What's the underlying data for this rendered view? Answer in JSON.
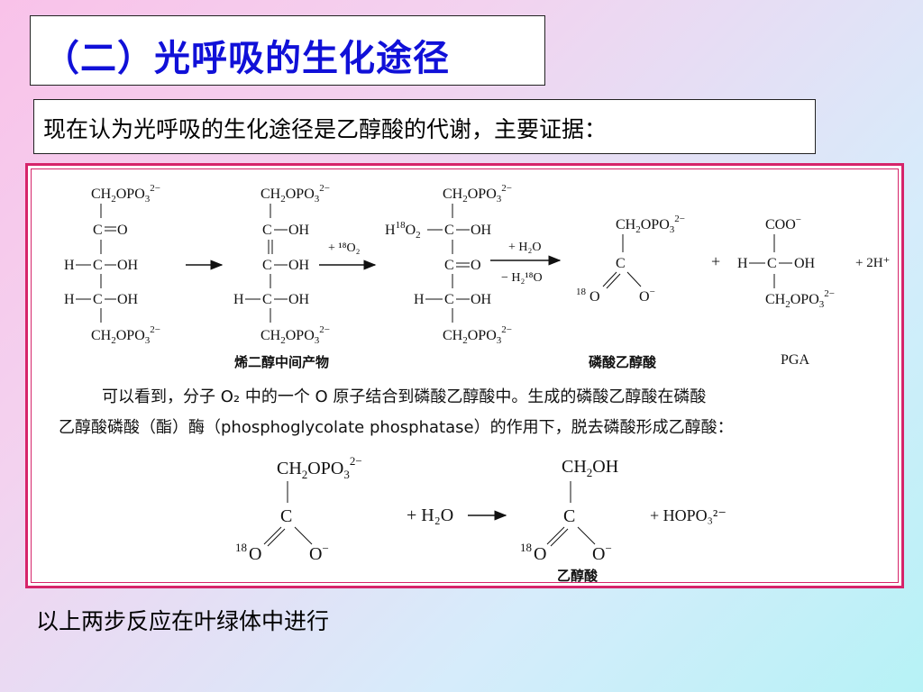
{
  "title": "（二）光呼吸的生化途径",
  "subtitle": "现在认为光呼吸的生化途径是乙醇酸的代谢，主要证据：",
  "reaction1": {
    "substrate": [
      "CH2OPO3 2−",
      "C=O",
      "H—C—OH",
      "H—C—OH",
      "CH2OPO3 2−"
    ],
    "enediol": [
      "CH2OPO3 2−",
      "C—OH",
      "C—OH",
      "H—C—OH",
      "CH2OPO3 2−"
    ],
    "enediol_label": "烯二醇中间产物",
    "reagent1": "+ ¹⁸O₂",
    "peroxide": [
      "CH2OPO3 2−",
      "H¹⁸O₂—C—OH",
      "C=O",
      "H—C—OH",
      "CH2OPO3 2−"
    ],
    "reagent2_top": "+ H₂O",
    "reagent2_bottom": "− H₂¹⁸O",
    "product1": [
      "CH2OPO3 2−",
      "C",
      "¹⁸O",
      "O−"
    ],
    "product1_label": "磷酸乙醇酸",
    "plus": "+",
    "product2": [
      "COO−",
      "H—C—OH",
      "CH2OPO3 2−"
    ],
    "product2_label": "PGA",
    "protons": "+ 2H⁺"
  },
  "explanation_line1": "可以看到，分子 O₂ 中的一个 O 原子结合到磷酸乙醇酸中。生成的磷酸乙醇酸在磷酸",
  "explanation_line2": "乙醇酸磷酸（酯）酶（phosphoglycolate phosphatase）的作用下，脱去磷酸形成乙醇酸：",
  "reaction2": {
    "substrate": [
      "CH2OPO3 2−",
      "C",
      "¹⁸O",
      "O−"
    ],
    "reagent": "+ H₂O",
    "product": [
      "CH2OH",
      "C",
      "¹⁸O",
      "O−"
    ],
    "product_label": "乙醇酸",
    "byproduct": "+ HOPO₃²⁻"
  },
  "footer": "以上两步反应在叶绿体中进行",
  "colors": {
    "title": "#1010d8",
    "frame": "#d6246a"
  }
}
